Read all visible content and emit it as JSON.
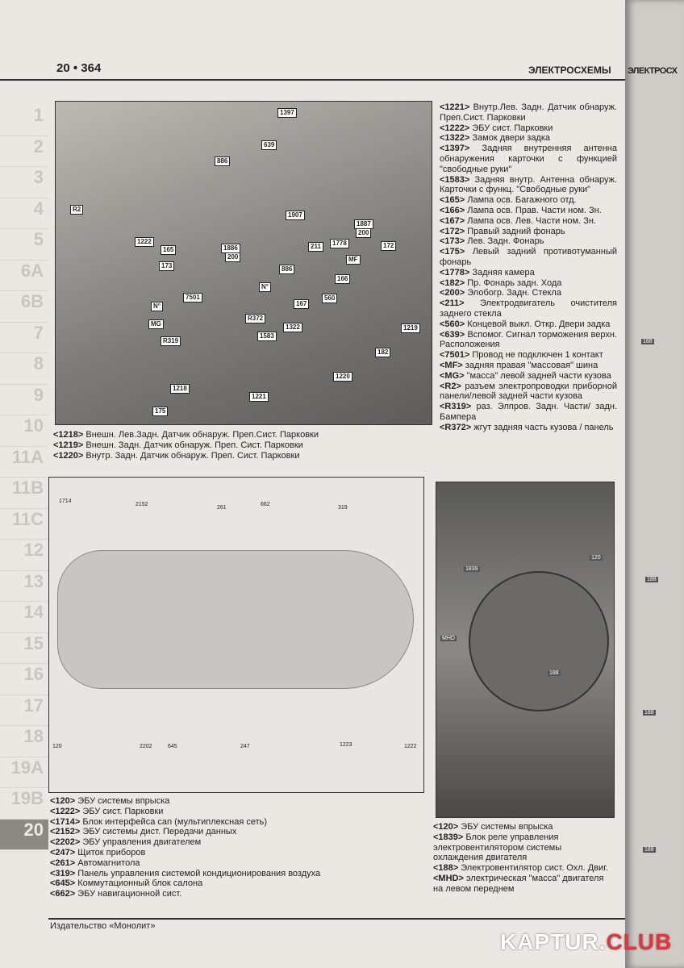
{
  "header": {
    "page_number": "20 • 364",
    "section": "ЭЛЕКТРОСХЕМЫ",
    "next_page_section": "ЭЛЕКТРОСХ"
  },
  "side_tabs": [
    "1",
    "2",
    "3",
    "4",
    "5",
    "6A",
    "6B",
    "7",
    "8",
    "9",
    "10",
    "11A",
    "11B",
    "11C",
    "12",
    "13",
    "14",
    "15",
    "16",
    "17",
    "18",
    "19A",
    "19B",
    "20"
  ],
  "figure1": {
    "callouts": [
      "1397",
      "639",
      "886",
      "R2",
      "1907",
      "1887",
      "200",
      "1222",
      "165",
      "173",
      "1886",
      "200",
      "211",
      "1778",
      "172",
      "MF",
      "886",
      "166",
      "N°",
      "7501",
      "N°",
      "MG",
      "R372",
      "560",
      "167",
      "1322",
      "1583",
      "R319",
      "1219",
      "182",
      "1220",
      "1218",
      "1221",
      "175"
    ]
  },
  "legend1": [
    {
      "code": "<1218>",
      "text": "Внешн. Лев.Задн. Датчик обнаруж. Преп.Сист. Парковки"
    },
    {
      "code": "<1219>",
      "text": "Внешн. Задн. Датчик обнаруж. Преп. Сист. Парковки"
    },
    {
      "code": "<1220>",
      "text": "Внутр. Задн. Датчик обнаруж. Преп. Сист. Парковки"
    }
  ],
  "legend2": [
    {
      "code": "<1221>",
      "text": "Внутр.Лев. Задн. Датчик обнаруж. Преп.Сист. Парковки"
    },
    {
      "code": "<1222>",
      "text": "ЭБУ сист. Парковки"
    },
    {
      "code": "<1322>",
      "text": "Замок двери задка"
    },
    {
      "code": "<1397>",
      "text": "Задняя внутренняя антенна обнаружения карточки с функцией \"свободные руки\""
    },
    {
      "code": "<1583>",
      "text": "Задняя внутр. Антенна обнаруж. Карточки с функц. \"Свободные руки\""
    },
    {
      "code": "<165>",
      "text": "Лампа осв. Багажного отд."
    },
    {
      "code": "<166>",
      "text": "Лампа осв. Прав. Части ном. Зн."
    },
    {
      "code": "<167>",
      "text": "Лампа осв. Лев. Части ном. Зн."
    },
    {
      "code": "<172>",
      "text": "Правый задний фонарь"
    },
    {
      "code": "<173>",
      "text": "Лев. Задн. Фонарь"
    },
    {
      "code": "<175>",
      "text": "Левый задний противотуманный фонарь"
    },
    {
      "code": "<1778>",
      "text": "Задняя камера"
    },
    {
      "code": "<182>",
      "text": "Пр. Фонарь задн. Хода"
    },
    {
      "code": "<200>",
      "text": "Элобогр. Задн. Стекла"
    },
    {
      "code": "<211>",
      "text": "Электродвигатель очистителя заднего стекла"
    },
    {
      "code": "<560>",
      "text": "Концевой выкл. Откр. Двери задка"
    },
    {
      "code": "<639>",
      "text": "Вспомог. Сигнал торможения верхн. Расположения"
    },
    {
      "code": "<7501>",
      "text": "Провод не подключен 1 контакт"
    },
    {
      "code": "<MF>",
      "text": "задняя правая \"массовая\" шина"
    },
    {
      "code": "<MG>",
      "text": "\"масса\" левой задней части кузова"
    },
    {
      "code": "<R2>",
      "text": "разъем электропроводки приборной панели/левой задней части кузова"
    },
    {
      "code": "<R319>",
      "text": "раз. Элпров. Задн. Части/ задн. Бампера"
    },
    {
      "code": "<R372>",
      "text": "жгут задняя часть кузова / панель"
    }
  ],
  "figure2": {
    "callouts": [
      "1714",
      "2152",
      "261",
      "662",
      "319",
      "120",
      "2202",
      "645",
      "247",
      "1223",
      "1222"
    ]
  },
  "legend3": [
    {
      "code": "<120>",
      "text": "ЭБУ системы впрыска"
    },
    {
      "code": "<1222>",
      "text": "ЭБУ сист. Парковки"
    },
    {
      "code": "<1714>",
      "text": "Блок интерфейса can (мультиплексная сеть)"
    },
    {
      "code": "<2152>",
      "text": "ЭБУ системы дист. Передачи данных"
    },
    {
      "code": "<2202>",
      "text": "ЭБУ управления двигателем"
    },
    {
      "code": "<247>",
      "text": "Щиток приборов"
    },
    {
      "code": "<261>",
      "text": "Автомагнитола"
    },
    {
      "code": "<319>",
      "text": "Панель управления системой кондиционирования воздуха"
    },
    {
      "code": "<645>",
      "text": "Коммутационный блок салона"
    },
    {
      "code": "<662>",
      "text": "ЭБУ навигационной сист."
    }
  ],
  "figure3": {
    "callouts": [
      "1839",
      "120",
      "MHD",
      "188"
    ]
  },
  "legend4": [
    {
      "code": "<120>",
      "text": "ЭБУ системы впрыска"
    },
    {
      "code": "<1839>",
      "text": "Блок реле управления электровентилятором системы охлаждения двигателя"
    },
    {
      "code": "<188>",
      "text": "Электровентилятор сист. Охл. Двиг."
    },
    {
      "code": "<MHD>",
      "text": "электрическая \"масса\" двигателя на левом переднем"
    }
  ],
  "next_page": {
    "callouts": [
      "188",
      "188",
      "188",
      "188"
    ]
  },
  "footer": {
    "publisher": "Издательство «Монолит»"
  },
  "watermark": {
    "part1": "KAPTUR.",
    "part2": "CLUB"
  }
}
